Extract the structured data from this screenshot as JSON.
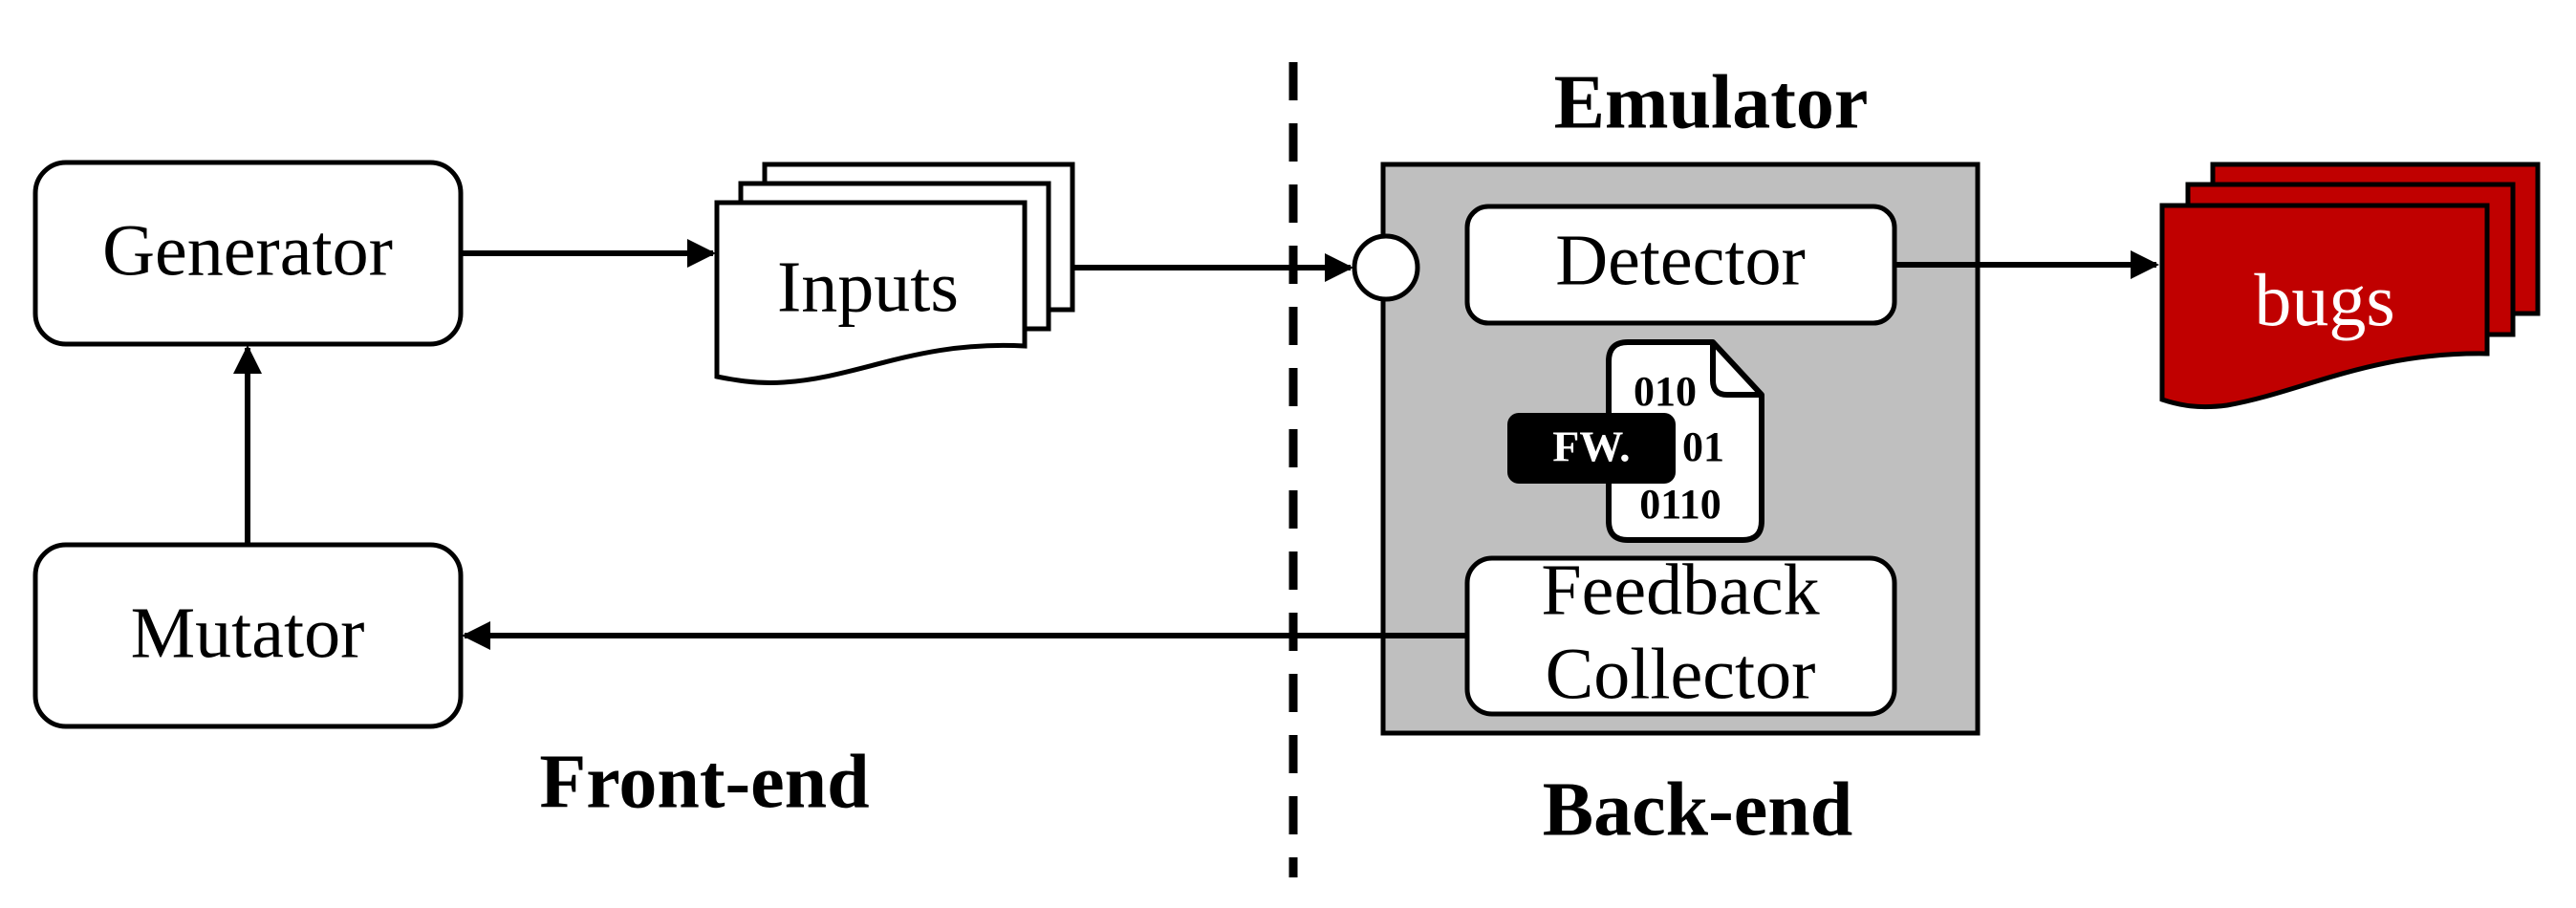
{
  "labels": {
    "generator": "Generator",
    "mutator": "Mutator",
    "inputs": "Inputs",
    "emulator": "Emulator",
    "detector": "Detector",
    "feedback_line1": "Feedback",
    "feedback_line2": "Collector",
    "bugs": "bugs",
    "frontend": "Front-end",
    "backend": "Back-end",
    "firmware_tag": "FW.",
    "bits_line1": "010",
    "bits_line2": "01",
    "bits_line3": "0110"
  },
  "colors": {
    "emulator_fill": "#bfbfbf",
    "bugs_fill": "#c00000",
    "stroke": "#000000"
  }
}
